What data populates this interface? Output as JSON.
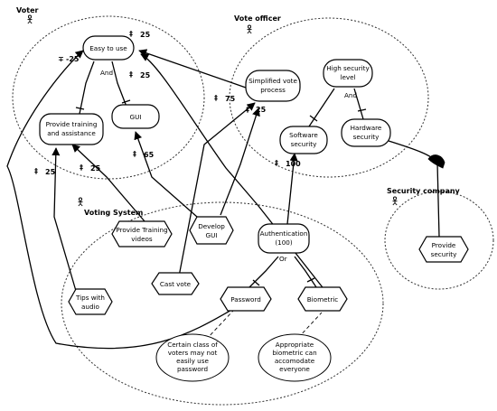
{
  "actors": {
    "voter": "Voter",
    "vote_officer": "Vote officer",
    "voting_system": "Voting System",
    "security_company": "Security company"
  },
  "softgoals": {
    "easy_to_use": "Easy to use",
    "simplified_vote_process": [
      "Simplified vote",
      "process"
    ],
    "high_security_level": [
      "High security",
      "level"
    ],
    "software_security": [
      "Software",
      "security"
    ],
    "hardware_security": [
      "Hardware",
      "security"
    ]
  },
  "goals": {
    "provide_training": [
      "Provide training",
      "and assistance"
    ],
    "gui": "GUI",
    "authentication": [
      "Authentication",
      "(100)"
    ],
    "password": "Password",
    "biometric": "Biometric"
  },
  "tasks": {
    "provide_training_videos": [
      "Provide Training",
      "videos"
    ],
    "develop_gui": [
      "Develop",
      "GUI"
    ],
    "tips_with_audio": [
      "Tips with",
      "audio"
    ],
    "cast_vote": "Cast vote",
    "provide_security": [
      "Provide",
      "security"
    ]
  },
  "beliefs": {
    "password_belief": [
      "Certain class of",
      "voters may not",
      "easily use",
      "password"
    ],
    "biometric_belief": [
      "Appropriate",
      "biometric can",
      "accomodate",
      "everyone"
    ]
  },
  "decompositions": {
    "and_1": "And",
    "and_2": "And",
    "or_1": "Or"
  },
  "contributions": {
    "c_neg25": "-25",
    "c_25_top": "25",
    "c_25_and": "25",
    "c_75": "75",
    "c_25_svp": "25",
    "c_65": "65",
    "c_25_left": "25",
    "c_25_ptv": "25",
    "c_100": "100"
  }
}
